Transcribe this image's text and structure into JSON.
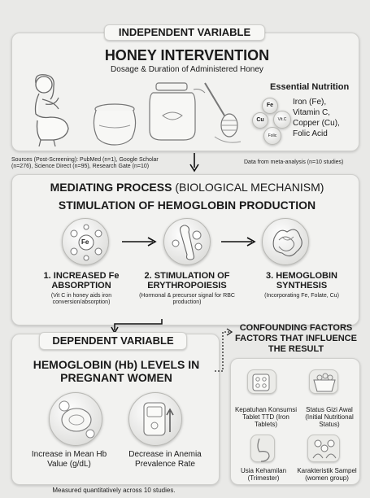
{
  "independent": {
    "header": "INDEPENDENT VARIABLE",
    "title": "HONEY INTERVENTION",
    "subtitle": "Dosage & Duration of Administered Honey",
    "nutrition_title": "Essential Nutrition",
    "nutrients": [
      "Iron (Fe),",
      "Vitamin C,",
      "Copper (Cu),",
      "Folic Acid"
    ],
    "sources": "Sources (Post-Screening): PubMed (n=1), Google Scholar (n=276), Science Direct (n=95), Research Gate (n=10)",
    "meta": "Data from meta-analysis (n=10 studies)",
    "icon_labels": {
      "fe": "Fe",
      "cu": "Cu",
      "vitc": "Vit.C",
      "folic": "Folic"
    }
  },
  "mediating": {
    "title_bold": "MEDIATING PROCESS",
    "title_rest": "(BIOLOGICAL MECHANISM)",
    "subtitle": "STIMULATION OF HEMOGLOBIN PRODUCTION",
    "fe_symbol": "Fe",
    "steps": [
      {
        "title": "1. INCREASED Fe ABSORPTION",
        "desc": "(Vit C in honey aids iron conversion/absorption)"
      },
      {
        "title": "2. STIMULATION OF ERYTHROPOIESIS",
        "desc": "(Hormonal & precursor signal for RBC production)"
      },
      {
        "title": "3. HEMOGLOBIN SYNTHESIS",
        "desc": "(Incorporating Fe, Folate, Cu)"
      }
    ]
  },
  "dependent": {
    "header": "DEPENDENT VARIABLE",
    "title": "HEMOGLOBIN (Hb) LEVELS IN PREGNANT WOMEN",
    "outcomes": [
      "Increase in Mean Hb Value (g/dL)",
      "Decrease in Anemia Prevalence Rate"
    ],
    "footer": "Measured quantitatively across 10 studies."
  },
  "confounding": {
    "title": "CONFOUNDING FACTORS FACTORS THAT INFLUENCE THE RESULT",
    "factors": [
      "Kepatuhan Konsumsi Tablet TTD (Iron Tablets)",
      "Status Gizi Awal (Initial Nutritional Status)",
      "Usia Kehamilan (Trimester)",
      "Karakteristik Sampel (women group)"
    ]
  }
}
